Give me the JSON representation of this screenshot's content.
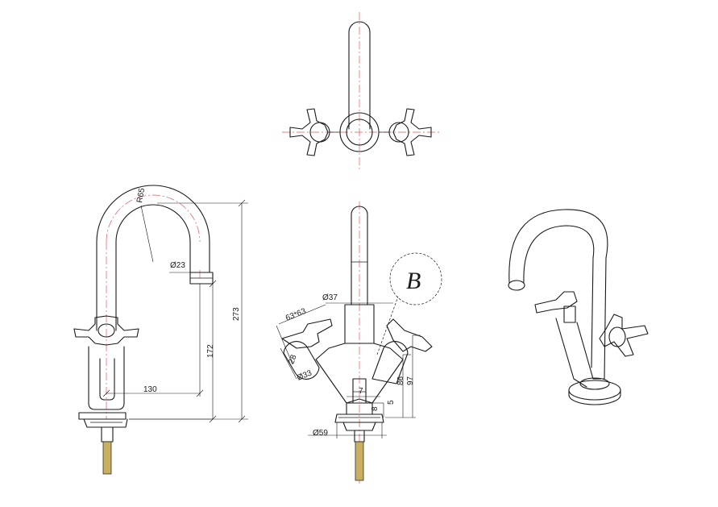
{
  "dimensions": {
    "radius": "R65",
    "pipe_diameter": "Ø23",
    "total_height": "273",
    "spout_height": "172",
    "spout_reach": "130",
    "body_diameter": "Ø37",
    "handle_size": "63*63",
    "handle_offset": "28",
    "handle_base_diameter": "Ø33",
    "base_diameter": "Ø59",
    "dim_86": "86",
    "dim_97": "97",
    "dim_7": "7",
    "dim_5": "5",
    "dim_8": "8"
  },
  "logo": {
    "letter": "B"
  },
  "colors": {
    "line": "#1a1a1a",
    "centerline": "#e05a5a",
    "thread": "#c8b060"
  }
}
